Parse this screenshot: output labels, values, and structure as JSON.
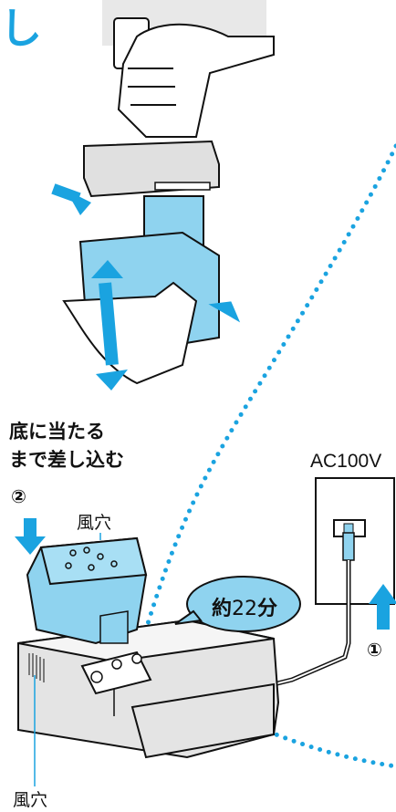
{
  "heading_fragment": "し",
  "instruction_line1": "底に当たる",
  "instruction_line2": "まで差し込む",
  "step_insert": "②",
  "step_plug": "①",
  "vent_label_top": "風穴",
  "vent_label_bottom": "風穴",
  "power_label": "AC100V",
  "charge_time_prefix": "約",
  "charge_time_value": "22",
  "charge_time_suffix": "分",
  "colors": {
    "accent": "#1aa3e0",
    "battery": "#8fd3ef",
    "outline": "#111111"
  }
}
